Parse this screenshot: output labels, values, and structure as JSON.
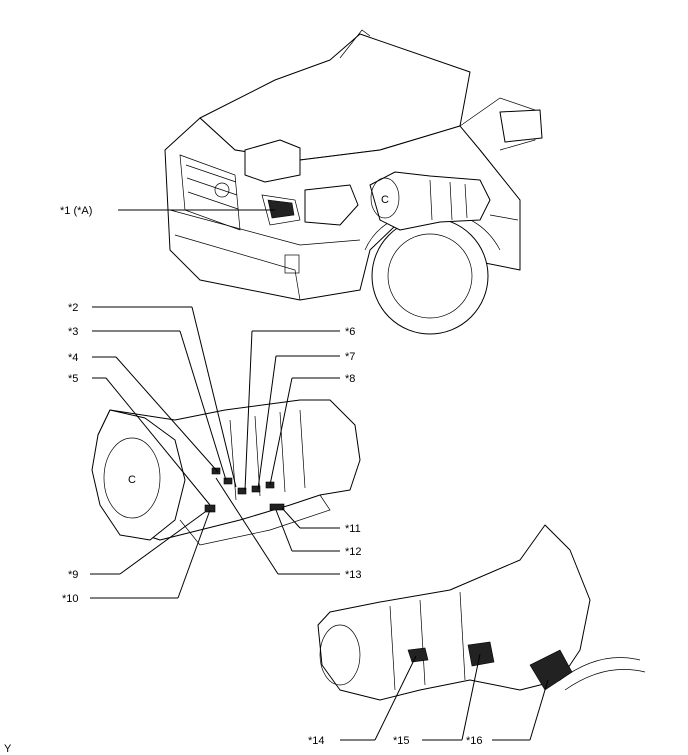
{
  "diagram": {
    "callouts": {
      "c1": "*1 (*A)",
      "c2": "*2",
      "c3": "*3",
      "c4": "*4",
      "c5": "*5",
      "c6": "*6",
      "c7": "*7",
      "c8": "*8",
      "c9": "*9",
      "c10": "*10",
      "c11": "*11",
      "c12": "*12",
      "c13": "*13",
      "c14": "*14",
      "c15": "*15",
      "c16": "*16"
    },
    "corner_mark": "Y"
  }
}
